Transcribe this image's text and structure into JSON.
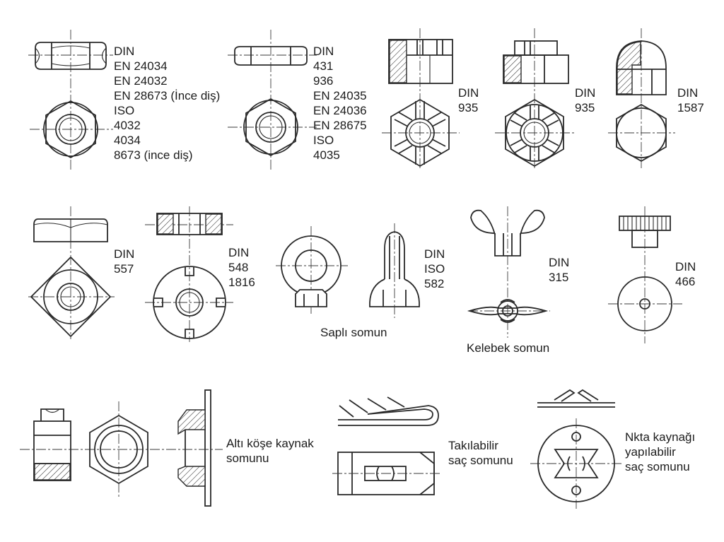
{
  "labels": {
    "hex_nut": [
      "DIN",
      "EN 24034",
      "EN 24032",
      "EN 28673 (İnce diş)",
      "ISO",
      "4032",
      "4034",
      "8673 (ince diş)"
    ],
    "thin_hex_nut": [
      "DIN",
      "431",
      "936",
      "EN 24035",
      "EN 24036",
      "EN 28675",
      "ISO",
      "4035"
    ],
    "slotted_nut": [
      "DIN",
      "935"
    ],
    "castle_nut": [
      "DIN",
      "935"
    ],
    "cap_nut": [
      "DIN",
      "1587"
    ],
    "square_nut": [
      "DIN",
      "557"
    ],
    "round_slotted_nut": [
      "DIN",
      "548",
      "1816"
    ],
    "eye_nut": [
      "DIN",
      "ISO",
      "582"
    ],
    "eye_nut_caption": "Saplı somun",
    "wing_nut": [
      "DIN",
      "315"
    ],
    "wing_nut_caption": "Kelebek somun",
    "knurled_nut": [
      "DIN",
      "466"
    ],
    "weld_nut": [
      "Altı köşe kaynak",
      "somunu"
    ],
    "clip_nut": [
      "Takılabilir",
      "saç somunu"
    ],
    "spot_weld_nut": [
      "Nkta kaynağı",
      "yapılabilir",
      "saç somunu"
    ]
  }
}
